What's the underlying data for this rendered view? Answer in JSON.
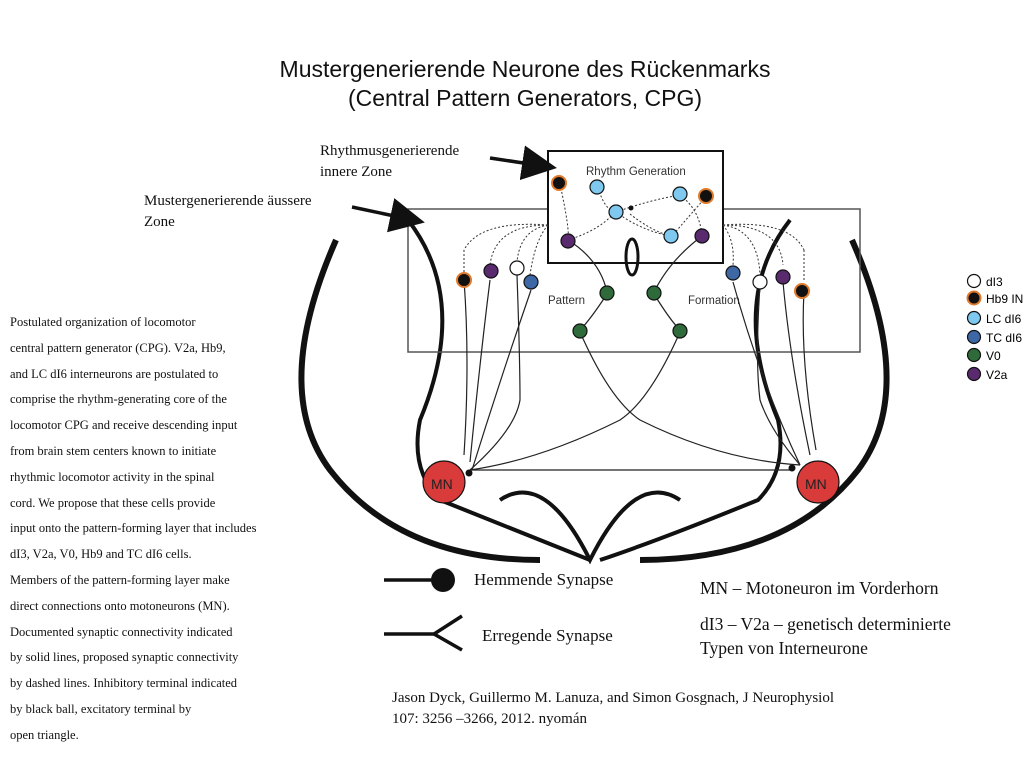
{
  "title": {
    "line1": "Mustergenerierende Neurone des Rückenmarks",
    "line2": "(Central Pattern Generators, CPG)"
  },
  "callouts": {
    "inner_zone_line1": "Rhythmusgenerierende",
    "inner_zone_line2": "innere Zone",
    "outer_zone_line1": "Mustergenerierende äussere",
    "outer_zone_line2": "Zone"
  },
  "diagram": {
    "rhythm_label": "Rhythm Generation",
    "pattern_label": "Pattern",
    "formation_label": "Formation",
    "mn_left": "MN",
    "mn_right": "MN"
  },
  "cell_legend": [
    {
      "label": "dI3",
      "color": "#ffffff"
    },
    {
      "label": "Hb9 IN",
      "color": "#111111"
    },
    {
      "label": "LC dI6",
      "color": "#7fc8ef"
    },
    {
      "label": "TC dI6",
      "color": "#3e67a6"
    },
    {
      "label": "V0",
      "color": "#2f6b3a"
    },
    {
      "label": "V2a",
      "color": "#5a2a6e"
    }
  ],
  "caption": [
    "Postulated organization of locomotor",
    "central pattern generator (CPG). V2a, Hb9,",
    "and LC dI6 interneurons are postulated to",
    "comprise the rhythm-generating core of the",
    "locomotor CPG and receive descending input",
    "from brain stem centers known to initiate",
    "rhythmic locomotor activity in the spinal",
    "cord. We propose that these cells provide",
    "input onto the pattern-forming layer that includes",
    "dI3, V2a, V0, Hb9 and TC dI6 cells.",
    "Members of the pattern-forming layer make",
    "direct connections onto motoneurons (MN).",
    "Documented synaptic connectivity indicated",
    "by solid lines, proposed synaptic connectivity",
    "by dashed lines. Inhibitory terminal indicated",
    "by black ball, excitatory terminal by",
    "open triangle."
  ],
  "synapse_legend": {
    "inhibitory": "Hemmende Synapse",
    "excitatory": "Erregende Synapse"
  },
  "notes": {
    "mn": "MN – Motoneuron im Vorderhorn",
    "types_line1": "dI3 – V2a – genetisch determinierte",
    "types_line2": "Typen von Interneurone"
  },
  "citation": {
    "line1": "Jason Dyck, Guillermo M. Lanuza, and Simon Gosgnach, J Neurophysiol",
    "line2": "107: 3256 –3266, 2012.   nyomán"
  }
}
